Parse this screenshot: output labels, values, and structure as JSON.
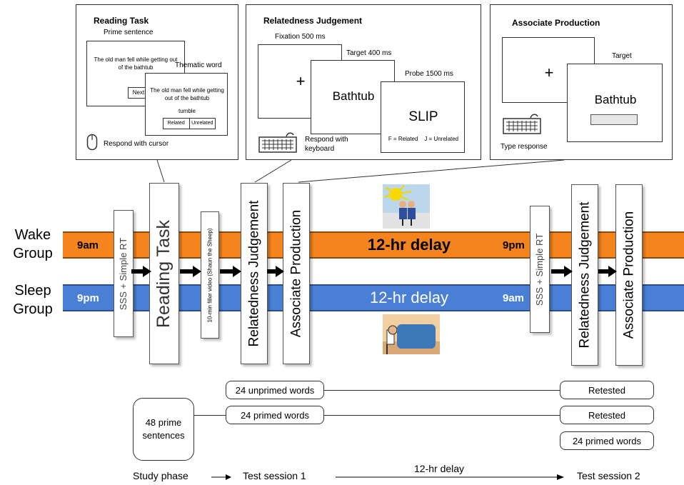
{
  "panels": {
    "reading": {
      "title": "Reading Task",
      "prime_label": "Prime sentence",
      "prime_text": "The old man fell while getting out of the bathtub",
      "next_label": "Next",
      "thematic_label": "Thematic word",
      "thematic_text": "The old man fell while getting out of the bathtub",
      "thematic_word": "tumble",
      "related_label": "Related",
      "unrelated_label": "Unrelated",
      "respond_label": "Respond with cursor"
    },
    "relatedness": {
      "title": "Relatedness Judgement",
      "fixation_label": "Fixation 500 ms",
      "fixation_symbol": "+",
      "target_label": "Target 400 ms",
      "target_word": "Bathtub",
      "probe_label": "Probe 1500 ms",
      "probe_word": "SLIP",
      "probe_keys": "F = Related    J = Unrelated",
      "respond_label": "Respond with keyboard"
    },
    "associate": {
      "title": "Associate Production",
      "fixation_symbol": "+",
      "target_label": "Target",
      "target_word": "Bathtub",
      "respond_label": "Type response"
    }
  },
  "groups": {
    "wake": {
      "label_line1": "Wake",
      "label_line2": "Group",
      "start_time": "9am",
      "delay_label": "12-hr delay",
      "end_time": "9pm",
      "color": "#f5841f"
    },
    "sleep": {
      "label_line1": "Sleep",
      "label_line2": "Group",
      "start_time": "9pm",
      "delay_label": "12-hr delay",
      "end_time": "9am",
      "color": "#4a7fd6"
    }
  },
  "bars": {
    "sss1": "SSS + Simple RT",
    "reading": "Reading Task",
    "filler": "10-min filler video (Shaun the Sheep)",
    "relatedness1": "Relatedness Judgement",
    "associate1": "Associate Production",
    "sss2": "SSS + Simple RT",
    "relatedness2": "Relatedness Judgement",
    "associate2": "Associate Production"
  },
  "words": {
    "prime_sentences": "48 prime sentences",
    "unprimed": "24 unprimed words",
    "primed": "24 primed words",
    "retested_1": "Retested",
    "retested_2": "Retested",
    "primed_2": "24 primed words"
  },
  "phases": {
    "study": "Study phase",
    "test1": "Test session 1",
    "delay": "12-hr delay",
    "test2": "Test session 2"
  },
  "icons": [
    "mouse-icon",
    "keyboard-icon",
    "sun-couple-icon",
    "sleeping-person-icon",
    "arrow-right-icon"
  ]
}
